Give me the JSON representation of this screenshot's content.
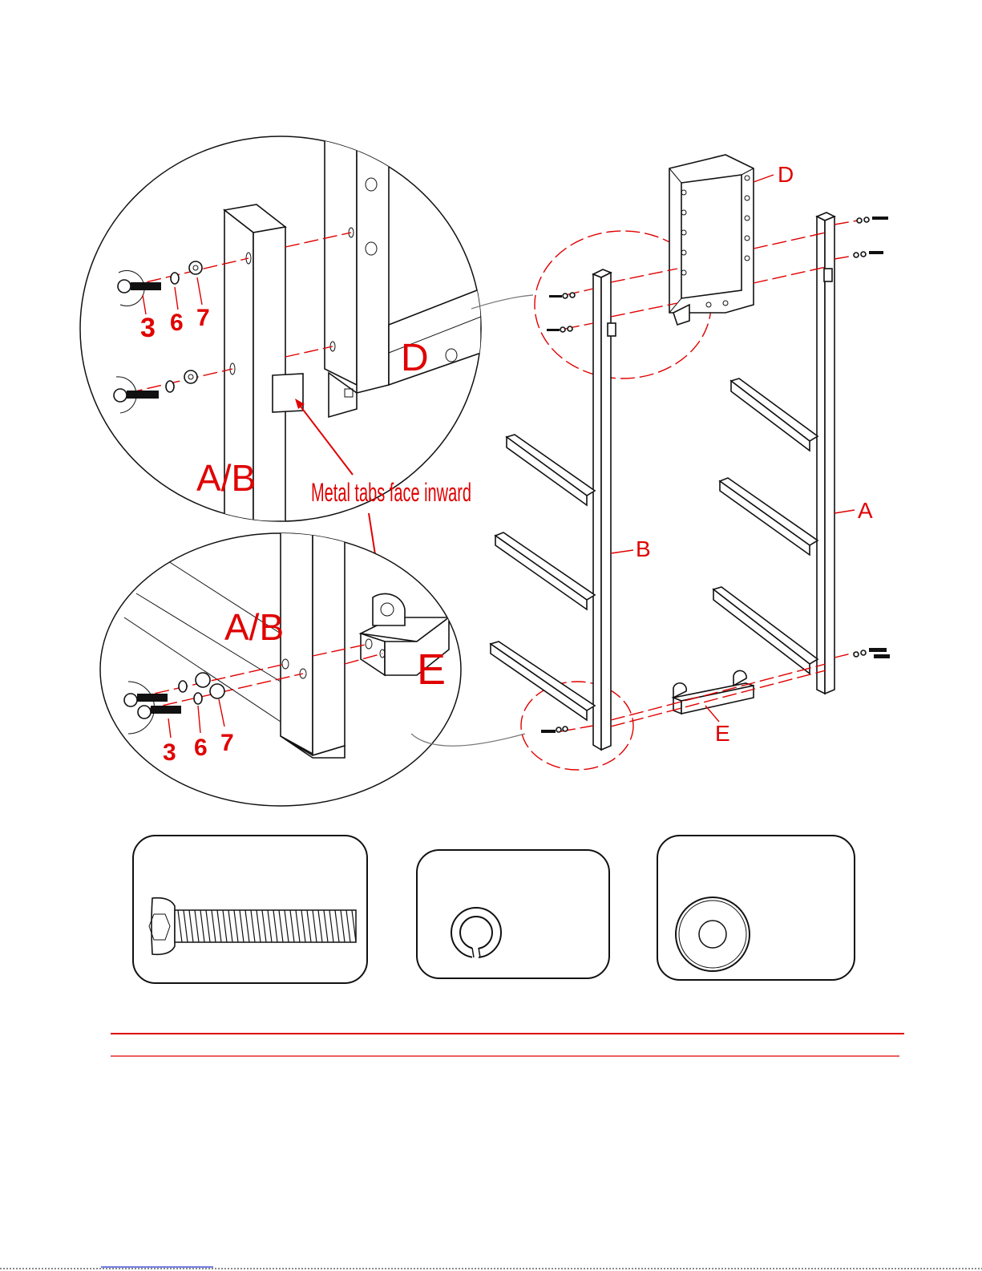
{
  "detail_top": {
    "hardware_labels": [
      "3",
      "6",
      "7"
    ],
    "part_left": "A/B",
    "part_right": "D"
  },
  "detail_bottom": {
    "hardware_labels": [
      "3",
      "6",
      "7"
    ],
    "part_left": "A/B",
    "part_right": "E"
  },
  "callout": "Metal tabs face inward",
  "frame_labels": {
    "top_frame": "D",
    "left_upright": "B",
    "right_upright": "A",
    "bottom_bracket": "E"
  },
  "colors": {
    "annotation": "#e00000",
    "line": "#111111"
  },
  "hardware_icons": [
    "bolt-icon",
    "split-lock-washer-icon",
    "flat-washer-icon"
  ]
}
